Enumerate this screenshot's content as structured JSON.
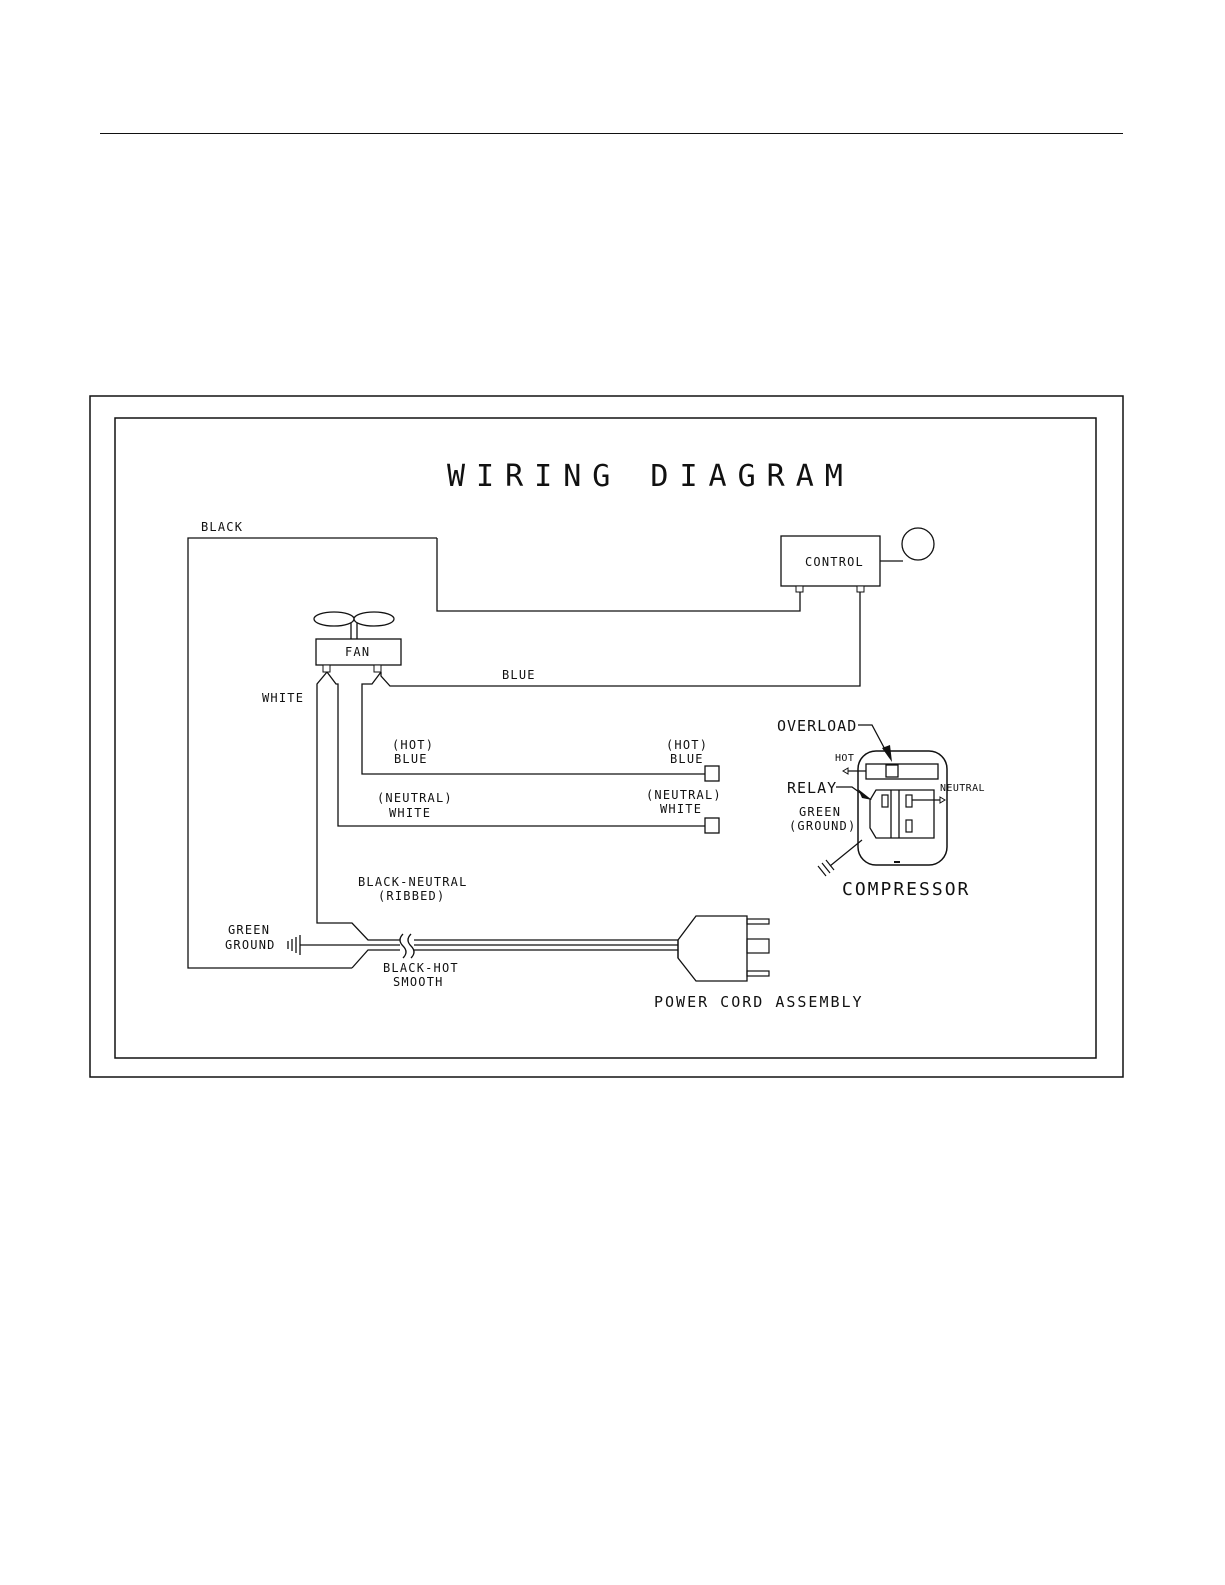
{
  "diagram": {
    "title": "WIRING DIAGRAM",
    "labels": {
      "black": "BLACK",
      "control": "CONTROL",
      "fan": "FAN",
      "blue": "BLUE",
      "white": "WHITE",
      "hot_paren_left": "(HOT)",
      "blue_left": "BLUE",
      "hot_paren_right": "(HOT)",
      "blue_right": "BLUE",
      "neutral_paren_left": "(NEUTRAL)",
      "white_left": "WHITE",
      "neutral_paren_right": "(NEUTRAL)",
      "white_right": "WHITE",
      "black_neutral": "BLACK-NEUTRAL",
      "ribbed": "(RIBBED)",
      "green_left": "GREEN",
      "ground_left": "GROUND",
      "black_hot": "BLACK-HOT",
      "smooth": "SMOOTH",
      "power_cord_assembly": "POWER CORD ASSEMBLY",
      "overload": "OVERLOAD",
      "hot_small": "HOT",
      "relay": "RELAY",
      "neutral_small": "NEUTRAL",
      "green_right": "GREEN",
      "ground_paren_right": "(GROUND)",
      "compressor": "COMPRESSOR"
    }
  }
}
